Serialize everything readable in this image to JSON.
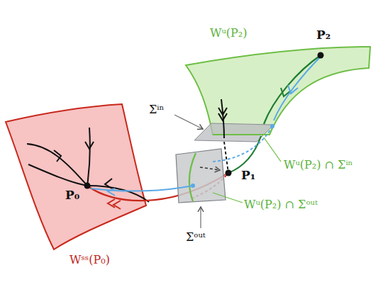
{
  "diagram": {
    "labels": [
      "P₂",
      "Wᵘ(P₂)",
      "Σⁱⁿ",
      "P₁",
      "Wᵘ(P₂) ∩ Σⁱⁿ",
      "P₀",
      "Wˢˢ(P₀)",
      "Wᵘ(P₂) ∩ Σᵒᵘᵗ",
      "Σᵒᵘᵗ"
    ]
  }
}
